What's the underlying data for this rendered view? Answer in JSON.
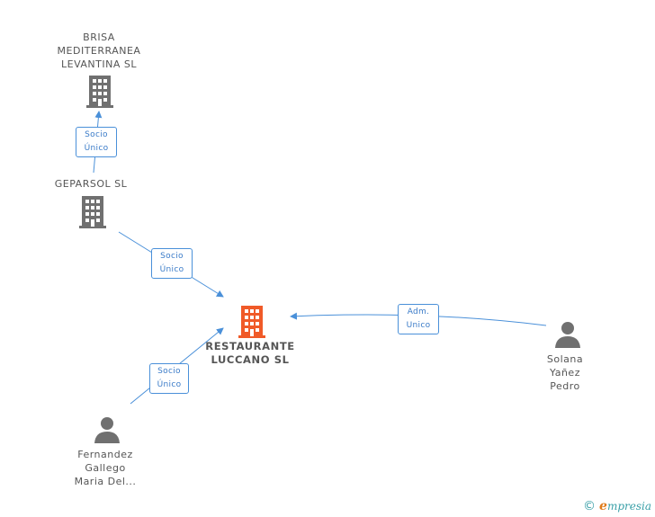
{
  "colors": {
    "company": "#707070",
    "main": "#f05a28",
    "person": "#707070",
    "edge": "#4a90d9"
  },
  "nodes": {
    "brisa": {
      "lines": [
        "BRISA",
        "MEDITERRANEA",
        "LEVANTINA SL"
      ],
      "icon": "building-icon"
    },
    "geparsol": {
      "lines": [
        "GEPARSOL SL"
      ],
      "icon": "building-icon"
    },
    "restaurante": {
      "lines": [
        "RESTAURANTE",
        "LUCCANO SL"
      ],
      "icon": "building-icon"
    },
    "solana": {
      "lines": [
        "Solana",
        "Yañez",
        "Pedro"
      ],
      "icon": "person-icon"
    },
    "fernandez": {
      "lines": [
        "Fernandez",
        "Gallego",
        "Maria Del..."
      ],
      "icon": "person-icon"
    }
  },
  "edges": {
    "geparsol_brisa": {
      "lines": [
        "Socio",
        "Único"
      ]
    },
    "geparsol_restaurante": {
      "lines": [
        "Socio",
        "Único"
      ]
    },
    "solana_restaurante": {
      "lines": [
        "Adm.",
        "Unico"
      ]
    },
    "fernandez_restaurante": {
      "lines": [
        "Socio",
        "Único"
      ]
    }
  },
  "footer": {
    "copyright": "©",
    "brand_initial": "e",
    "brand_rest": "mpresia"
  }
}
